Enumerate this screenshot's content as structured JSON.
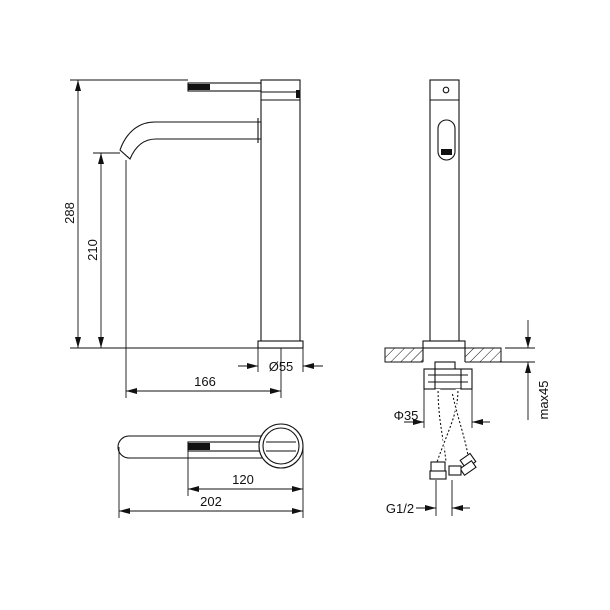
{
  "dimensions": {
    "height_total": "288",
    "spout_height": "210",
    "base_diameter": "Ø55",
    "spout_reach": "166",
    "handle_offset": "120",
    "top_length": "202",
    "hose_diameter": "Φ35",
    "max_thickness": "max45",
    "thread": "G1/2"
  }
}
